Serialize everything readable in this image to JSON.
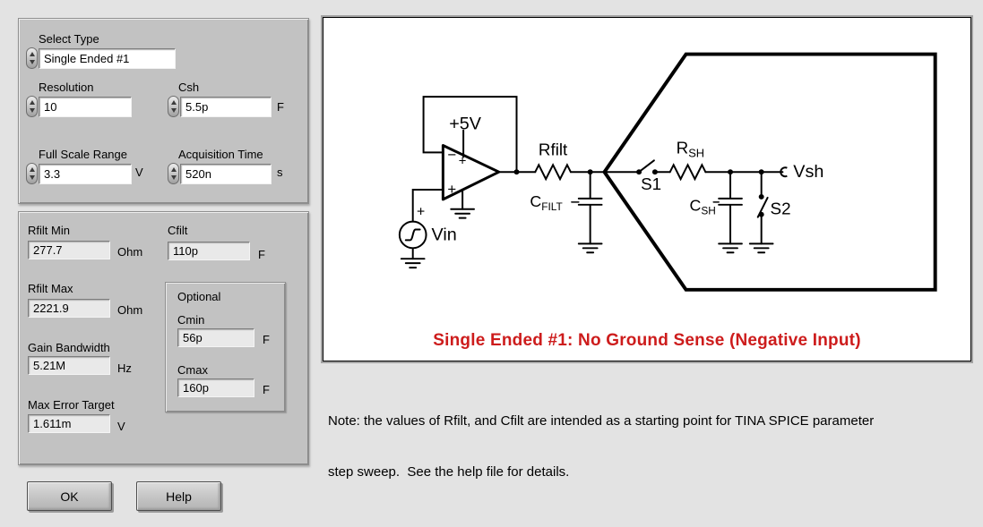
{
  "window": {
    "background": "#e3e3e3",
    "panel_color": "#c2c2c2",
    "caption_red": "#cd1c1c"
  },
  "controls": {
    "select_type": {
      "label": "Select Type",
      "value": "Single Ended #1"
    },
    "resolution": {
      "label": "Resolution",
      "value": "10"
    },
    "csh": {
      "label": "Csh",
      "value": "5.5p",
      "unit": "F"
    },
    "full_scale_range": {
      "label": "Full Scale Range",
      "value": "3.3",
      "unit": "V"
    },
    "acquisition_time": {
      "label": "Acquisition Time",
      "value": "520n",
      "unit": "s"
    }
  },
  "results": {
    "rfilt_min": {
      "label": "Rfilt Min",
      "value": "277.7",
      "unit": "Ohm"
    },
    "cfilt": {
      "label": "Cfilt",
      "value": "110p",
      "unit": "F"
    },
    "rfilt_max": {
      "label": "Rfilt Max",
      "value": "2221.9",
      "unit": "Ohm"
    },
    "gain_bandwidth": {
      "label": "Gain Bandwidth",
      "value": "5.21M",
      "unit": "Hz"
    },
    "max_error_target": {
      "label": "Max Error Target",
      "value": "1.611m",
      "unit": "V"
    },
    "optional": {
      "title": "Optional",
      "cmin": {
        "label": "Cmin",
        "value": "56p",
        "unit": "F"
      },
      "cmax": {
        "label": "Cmax",
        "value": "160p",
        "unit": "F"
      }
    }
  },
  "buttons": {
    "ok": "OK",
    "help": "Help"
  },
  "diagram": {
    "caption": "Single Ended #1: No Ground Sense (Negative Input)",
    "labels": {
      "supply": "+5V",
      "opamp_minus": "−",
      "supply_plus": "+",
      "opamp_plus": "+",
      "source_plus": "+",
      "vin": "Vin",
      "rfilt": "Rfilt",
      "cfilt_main": "C",
      "cfilt_sub": "FILT",
      "s1": "S1",
      "rsh_main": "R",
      "rsh_sub": "SH",
      "csh_main": "C",
      "csh_sub": "SH",
      "s2": "S2",
      "vsh": "Vsh"
    }
  },
  "note": {
    "line1": "Note: the values of Rfilt, and Cfilt are intended as a starting point for TINA SPICE parameter",
    "line2": "step sweep.  See the help file for details."
  }
}
